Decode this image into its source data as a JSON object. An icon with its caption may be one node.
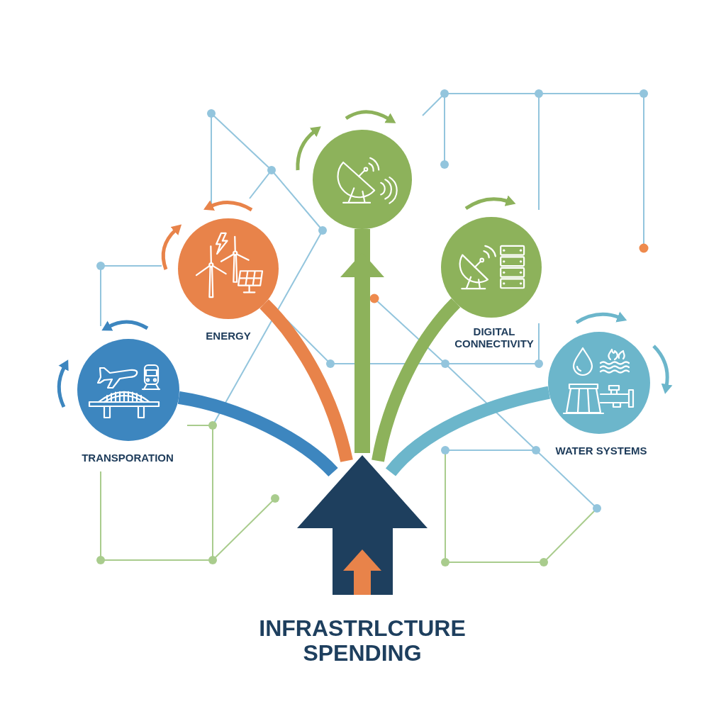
{
  "diagram": {
    "nodes": [
      {
        "text": [],
        "shape": "circle"
      },
      {
        "text": [
          "ENERGY"
        ]
      },
      {
        "text": [
          "DIGITAL CONNECTIVITY"
        ]
      },
      {
        "text": [
          "TRANSPORATION"
        ]
      },
      {
        "text": [
          "WATER SYSTEMS"
        ]
      },
      {
        "text": [
          "INFRASTRLCTURE SPENDING"
        ]
      }
    ],
    "edges": [
      {
        "from": 5,
        "to": 3,
        "arrow": "none",
        "color": "#3d86bf"
      },
      {
        "from": 5,
        "to": 1,
        "arrow": "none",
        "color": "#e8834a"
      },
      {
        "from": 5,
        "to": 0,
        "arrow": "to",
        "color": "#8db25b"
      },
      {
        "from": 5,
        "to": 2,
        "arrow": "none",
        "color": "#8db25b"
      },
      {
        "from": 5,
        "to": 4,
        "arrow": "none",
        "color": "#6cb6cb"
      }
    ]
  }
}
